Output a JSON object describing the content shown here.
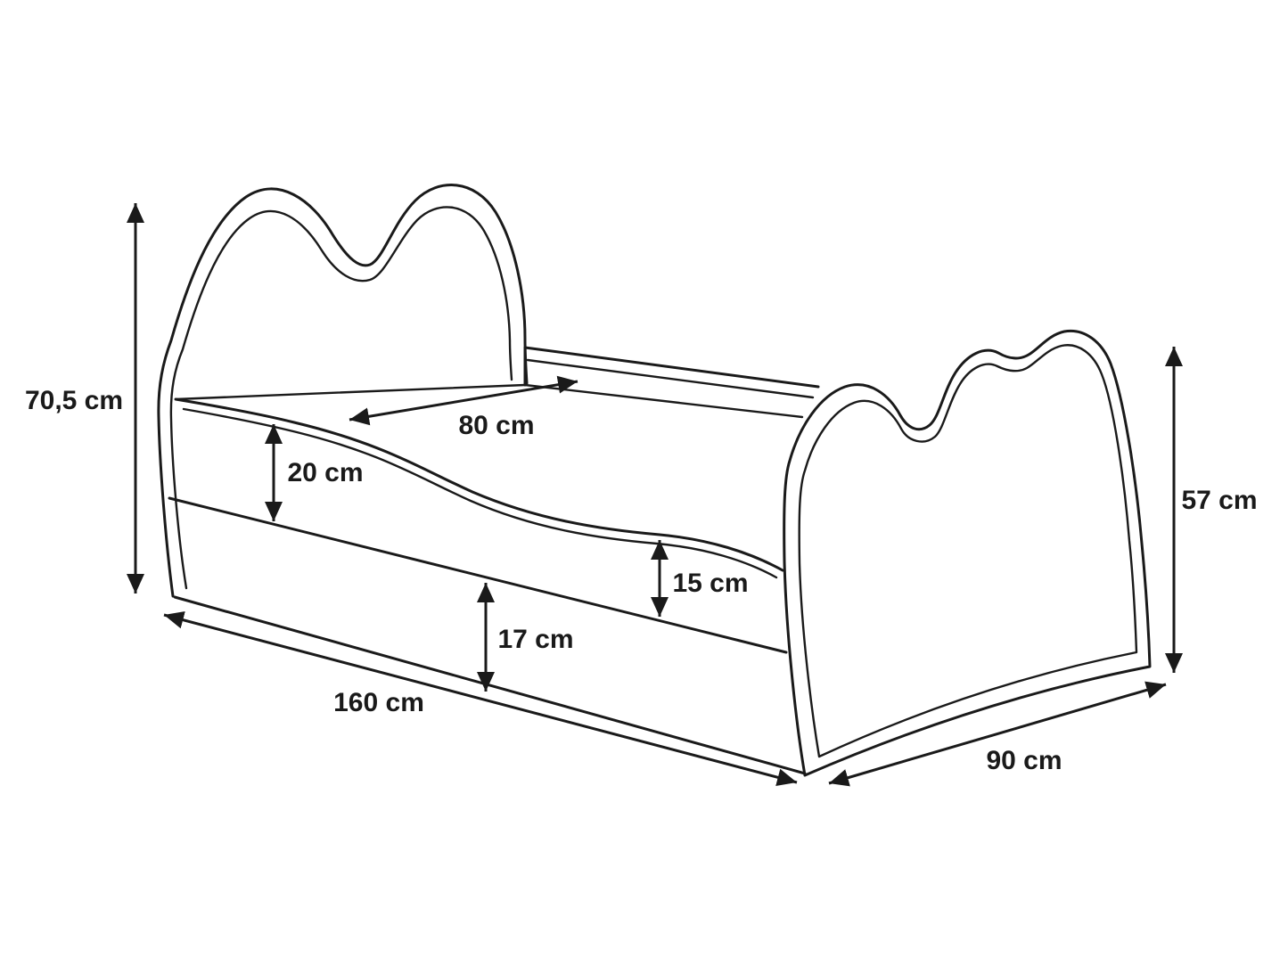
{
  "diagram": {
    "kind": "bed-dimension-drawing",
    "colors": {
      "line": "#1a1a1a",
      "background": "#ffffff"
    }
  },
  "dimensions": {
    "overall_height": {
      "label": "70,5 cm"
    },
    "inner_width": {
      "label": "80 cm"
    },
    "head_rail_height": {
      "label": "20 cm"
    },
    "foot_rail_height": {
      "label": "15 cm"
    },
    "under_bed_clearance": {
      "label": "17 cm"
    },
    "bed_length": {
      "label": "160 cm"
    },
    "bed_width": {
      "label": "90 cm"
    },
    "footboard_height": {
      "label": "57 cm"
    }
  }
}
